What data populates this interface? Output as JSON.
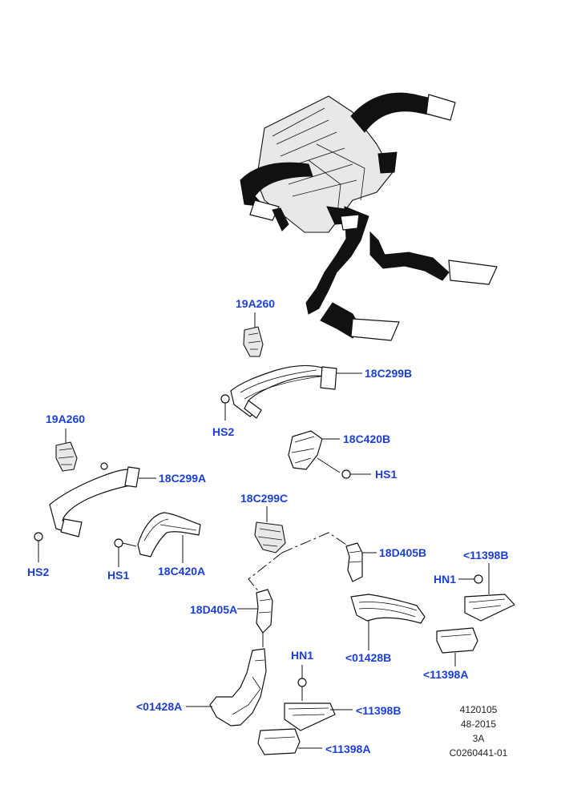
{
  "labels": {
    "l19A260_top": "19A260",
    "l18C299B": "18C299B",
    "lHS2_top": "HS2",
    "l18C420B": "18C420B",
    "lHS1_right": "HS1",
    "l19A260_left": "19A260",
    "l18C299A": "18C299A",
    "lHS2_left": "HS2",
    "lHS1_left": "HS1",
    "l18C420A": "18C420A",
    "l18C299C": "18C299C",
    "l18D405B": "18D405B",
    "l11398B_right": "<11398B",
    "lHN1_right": "HN1",
    "l18D405A": "18D405A",
    "l01428B": "<01428B",
    "l11398A_right": "<11398A",
    "lHN1_bottom": "HN1",
    "l01428A": "<01428A",
    "l11398B_bottom": "<11398B",
    "l11398A_bottom": "<11398A"
  },
  "reference": {
    "line1": "4120105",
    "line2": "48-2015",
    "line3": "3A",
    "line4": "C0260441-01"
  },
  "colors": {
    "callout": "#1a3fd6",
    "duct": "#111111"
  }
}
